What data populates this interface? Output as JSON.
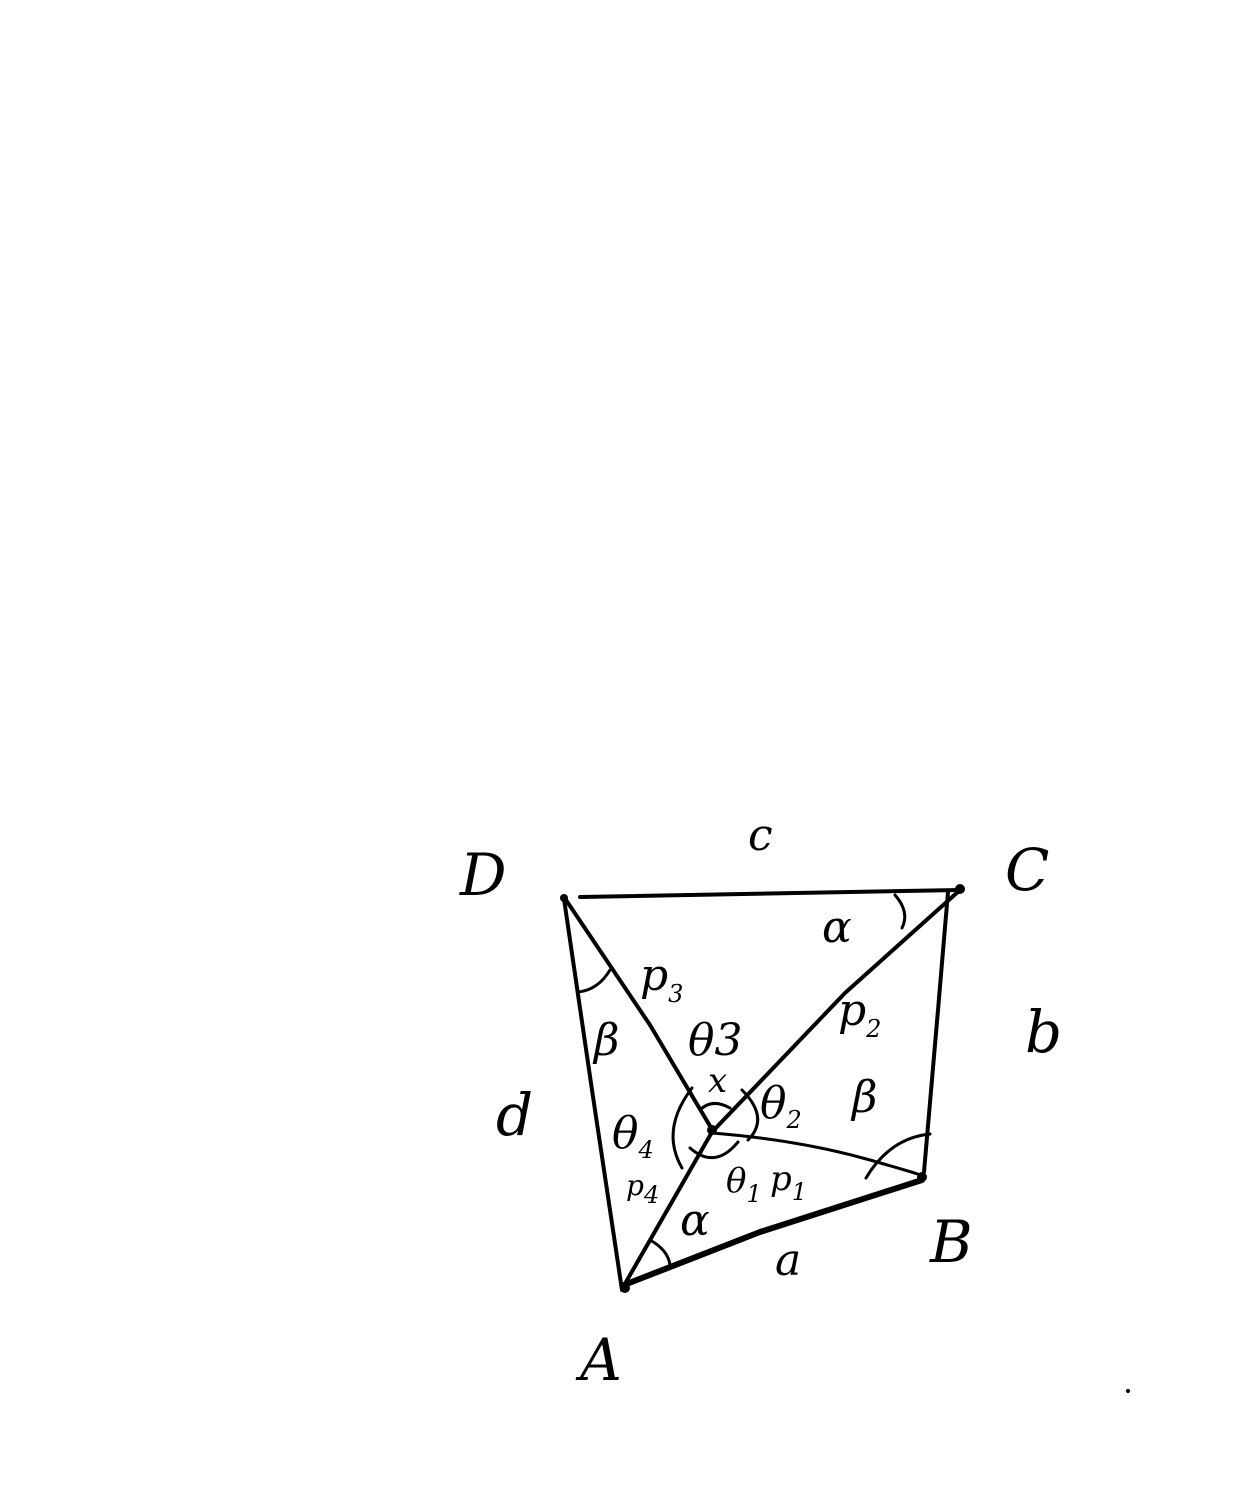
{
  "vertices": {
    "A": "A",
    "B": "B",
    "C": "C",
    "D": "D"
  },
  "sides": {
    "a": "a",
    "b": "b",
    "c": "c",
    "d": "d"
  },
  "segments": {
    "p1_base": "p",
    "p1_sub": "1",
    "p2_base": "p",
    "p2_sub": "2",
    "p3_base": "p",
    "p3_sub": "3",
    "p4_base": "p",
    "p4_sub": "4"
  },
  "angles": {
    "theta1_base": "θ",
    "theta1_sub": "1",
    "theta2_base": "θ",
    "theta2_sub": "2",
    "theta3": "θ3",
    "theta4_base": "θ",
    "theta4_sub": "4",
    "alpha_top": "α",
    "alpha_bottom": "α",
    "beta_left": "β",
    "beta_right": "β"
  },
  "center_point": "x"
}
